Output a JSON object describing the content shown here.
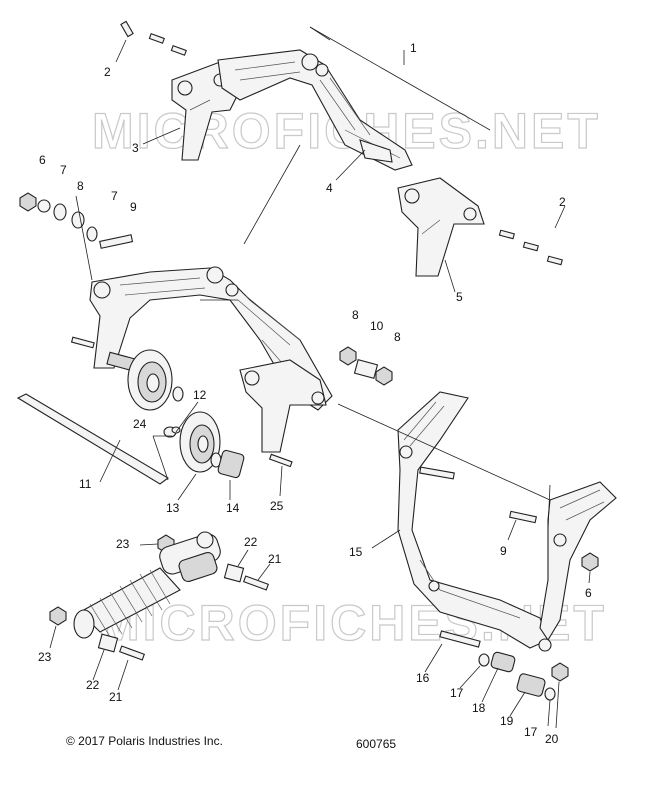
{
  "watermark": {
    "text_top": "MICROFICHES.NET",
    "text_bottom": "MICROFICHES.NET"
  },
  "callouts": [
    {
      "id": "c1",
      "label": "1"
    },
    {
      "id": "c2a",
      "label": "2"
    },
    {
      "id": "c3",
      "label": "3"
    },
    {
      "id": "c4",
      "label": "4"
    },
    {
      "id": "c2b",
      "label": "2"
    },
    {
      "id": "c5",
      "label": "5"
    },
    {
      "id": "c6a",
      "label": "6"
    },
    {
      "id": "c7a",
      "label": "7"
    },
    {
      "id": "c8a",
      "label": "8"
    },
    {
      "id": "c7b",
      "label": "7"
    },
    {
      "id": "c9a",
      "label": "9"
    },
    {
      "id": "c8b",
      "label": "8"
    },
    {
      "id": "c10",
      "label": "10"
    },
    {
      "id": "c8c",
      "label": "8"
    },
    {
      "id": "c12",
      "label": "12"
    },
    {
      "id": "c24",
      "label": "24"
    },
    {
      "id": "c11",
      "label": "11"
    },
    {
      "id": "c13",
      "label": "13"
    },
    {
      "id": "c14",
      "label": "14"
    },
    {
      "id": "c25",
      "label": "25"
    },
    {
      "id": "c15",
      "label": "15"
    },
    {
      "id": "c9b",
      "label": "9"
    },
    {
      "id": "c6b",
      "label": "6"
    },
    {
      "id": "c23a",
      "label": "23"
    },
    {
      "id": "c22a",
      "label": "22"
    },
    {
      "id": "c21a",
      "label": "21"
    },
    {
      "id": "c23b",
      "label": "23"
    },
    {
      "id": "c22b",
      "label": "22"
    },
    {
      "id": "c21b",
      "label": "21"
    },
    {
      "id": "c16",
      "label": "16"
    },
    {
      "id": "c17a",
      "label": "17"
    },
    {
      "id": "c18",
      "label": "18"
    },
    {
      "id": "c19",
      "label": "19"
    },
    {
      "id": "c17b",
      "label": "17"
    },
    {
      "id": "c20",
      "label": "20"
    }
  ],
  "footer": {
    "copyright": "© 2017 Polaris Industries Inc.",
    "diagram_number": "600765"
  }
}
